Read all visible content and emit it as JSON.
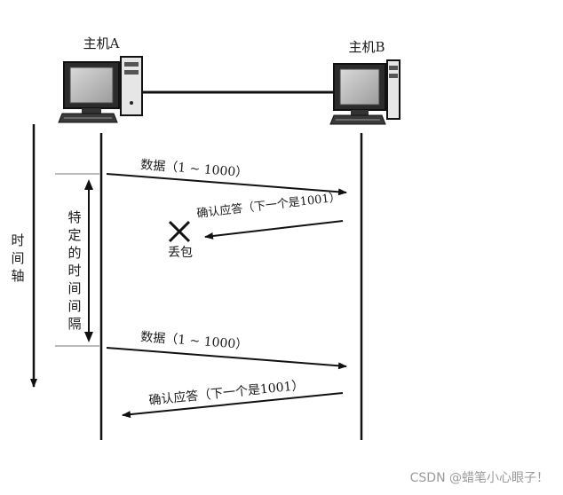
{
  "hosts": {
    "a": {
      "label": "主机A"
    },
    "b": {
      "label": "主机B"
    }
  },
  "time_axis_label": [
    "时",
    "间",
    "轴"
  ],
  "interval_label": [
    "特",
    "定",
    "的",
    "时",
    "间",
    "间",
    "隔"
  ],
  "messages": {
    "data1": "数据（1 ~ 1000）",
    "ack1": "确认应答（下一个是1001）",
    "data2": "数据（1 ~ 1000）",
    "ack2": "确认应答（下一个是1001）"
  },
  "lost_label": "丢包",
  "watermark": "CSDN @蜡笔小心眼子！"
}
